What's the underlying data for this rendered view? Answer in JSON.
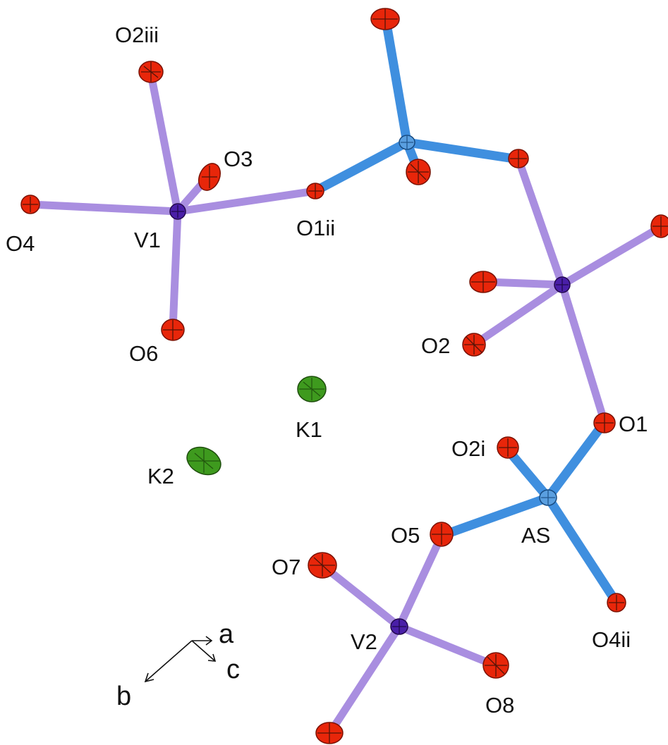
{
  "figure": {
    "colors": {
      "oxygen": "#e8260a",
      "oxygen_shade": "#9a1400",
      "vanadium": "#4a1fa8",
      "arsenic": "#5a9fe0",
      "potassium": "#3e9a1e",
      "v_o_bond": "#a98ee0",
      "as_o_bond": "#3f8fdf",
      "axis": "#111111"
    },
    "labels": {
      "o2iii": "O2iii",
      "o3": "O3",
      "o4": "O4",
      "v1": "V1",
      "o1ii": "O1ii",
      "o6": "O6",
      "o2": "O2",
      "k1": "K1",
      "k2": "K2",
      "o1": "O1",
      "o2i": "O2i",
      "as": "AS",
      "o5": "O5",
      "o7": "O7",
      "v2": "V2",
      "o4ii": "O4ii",
      "o8": "O8"
    },
    "axes": {
      "a": "a",
      "b": "b",
      "c": "c"
    }
  }
}
